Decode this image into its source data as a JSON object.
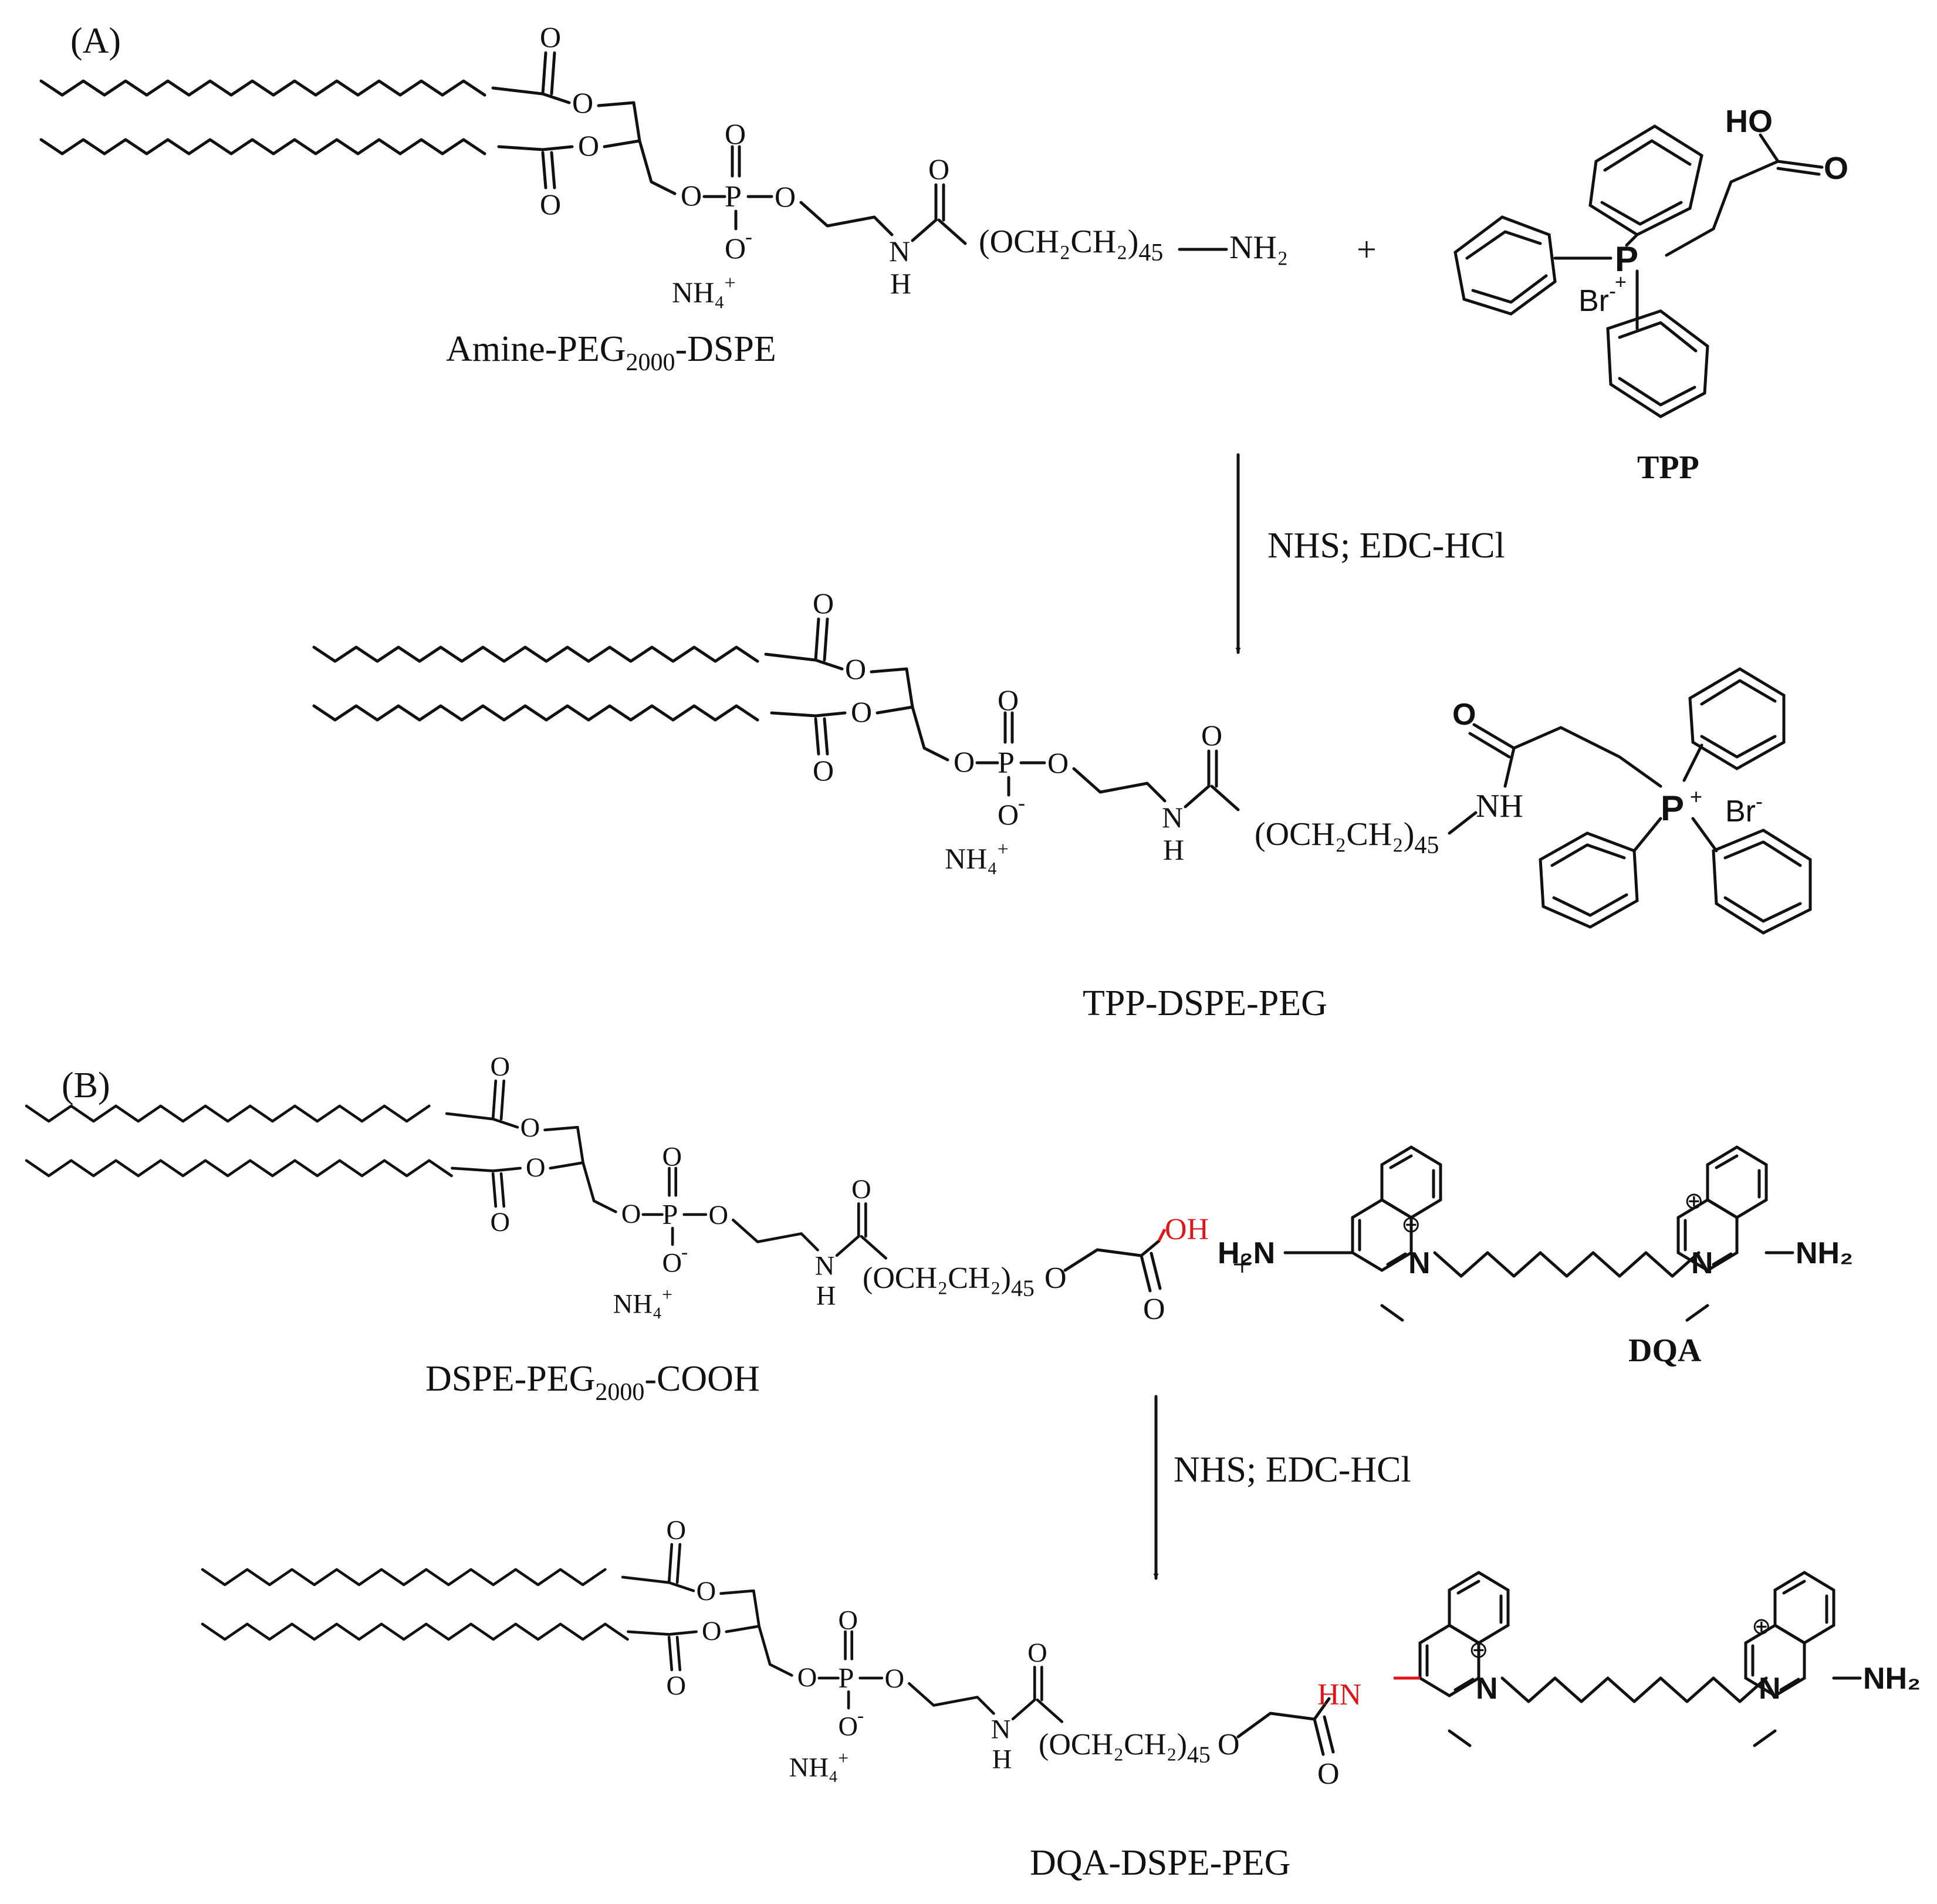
{
  "panels": {
    "a": {
      "label": "(A)",
      "start_label": "Amine-PEG",
      "start_sub": "2000",
      "start_tail": "-DSPE",
      "peg_repeat": "(OCH₂CH₂)",
      "peg_n": "45",
      "amine": "NH₂",
      "plus": "+",
      "reagent_name": "TPP",
      "reagent_acid": "HO",
      "reagent_o": "O",
      "phosphonium": "P",
      "plus_charge": "+",
      "bromide": "Br",
      "minus": "-",
      "conditions": "NHS; EDC-HCl",
      "amide_nh": "NH",
      "product_name": "TPP-DSPE-PEG"
    },
    "b": {
      "label": "(B)",
      "start_label": "DSPE-PEG",
      "start_sub": "2000",
      "start_tail": "-COOH",
      "peg_repeat": "(OCH₂CH₂)",
      "peg_n": "45",
      "ether_o": "O",
      "acid_oh": "OH",
      "acid_o": "O",
      "plus": "+",
      "reagent_name": "DQA",
      "left_amine": "H₂N",
      "right_amine": "NH₂",
      "ring_n": "N",
      "charge": "⊕",
      "conditions": "NHS; EDC-HCl",
      "amide_hn": "HN",
      "product_name": "DQA-DSPE-PEG"
    }
  },
  "lipid_atoms": {
    "ester_o": "O",
    "carbonyl_o": "O",
    "phosphorus": "P",
    "phosphate_o": "O",
    "phosphate_o_minus": "O",
    "minus": "-",
    "ammonium": "NH₄",
    "ammonium_charge": "+",
    "carbamate_n": "N",
    "carbamate_h": "H"
  }
}
